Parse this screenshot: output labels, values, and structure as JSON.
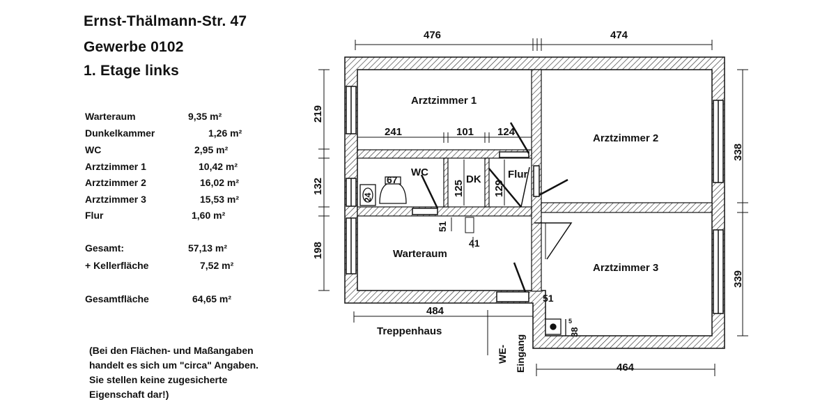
{
  "header": {
    "address": "Ernst-Thälmann-Str. 47",
    "unit": "Gewerbe  0102",
    "floor": "1.  Etage links"
  },
  "areas": [
    {
      "name": "Warteraum",
      "value": "9,35 m²"
    },
    {
      "name": "Dunkelkammer",
      "value": "1,26 m²"
    },
    {
      "name": "WC",
      "value": "2,95 m²"
    },
    {
      "name": "Arztzimmer 1",
      "value": "10,42 m²"
    },
    {
      "name": "Arztzimmer 2",
      "value": "16,02 m²"
    },
    {
      "name": "Arztzimmer 3",
      "value": "15,53 m²"
    },
    {
      "name": "Flur",
      "value": "1,60 m²"
    }
  ],
  "totals": {
    "gesamt": {
      "name": "Gesamt:",
      "value": "57,13 m²"
    },
    "keller": {
      "name": "+ Kellerfläche",
      "value": "7,52 m²"
    },
    "gesamtflaeche": {
      "name": "Gesamtfläche",
      "value": "64,65 m²"
    }
  },
  "note": [
    "(Bei den Flächen- und Maßangaben",
    "handelt es sich um \"circa\" Angaben.",
    "Sie stellen keine zugesicherte",
    "Eigenschaft dar!)"
  ],
  "plan": {
    "rooms": {
      "arztzimmer1": "Arztzimmer 1",
      "arztzimmer2": "Arztzimmer 2",
      "arztzimmer3": "Arztzimmer 3",
      "wc": "WC",
      "dk": "DK",
      "flur": "Flur",
      "warteraum": "Warteraum",
      "treppenhaus": "Treppenhaus",
      "eingang_1": "WE-",
      "eingang_2": "Eingang"
    },
    "dims": {
      "top_left": "476",
      "top_right": "474",
      "bottom_left": "484",
      "bottom_right": "464",
      "left_top": "219",
      "left_mid": "132",
      "left_bottom": "198",
      "right_top": "338",
      "right_bottom": "339",
      "seg_241": "241",
      "seg_101": "101",
      "seg_124": "124",
      "wc_67": "67",
      "wc_24": "24",
      "dk_125": "125",
      "flur_129": "129",
      "door_51a": "51",
      "door_41": "41",
      "door_51b": "51",
      "shaft_38": "38",
      "shaft_5": "5"
    }
  }
}
